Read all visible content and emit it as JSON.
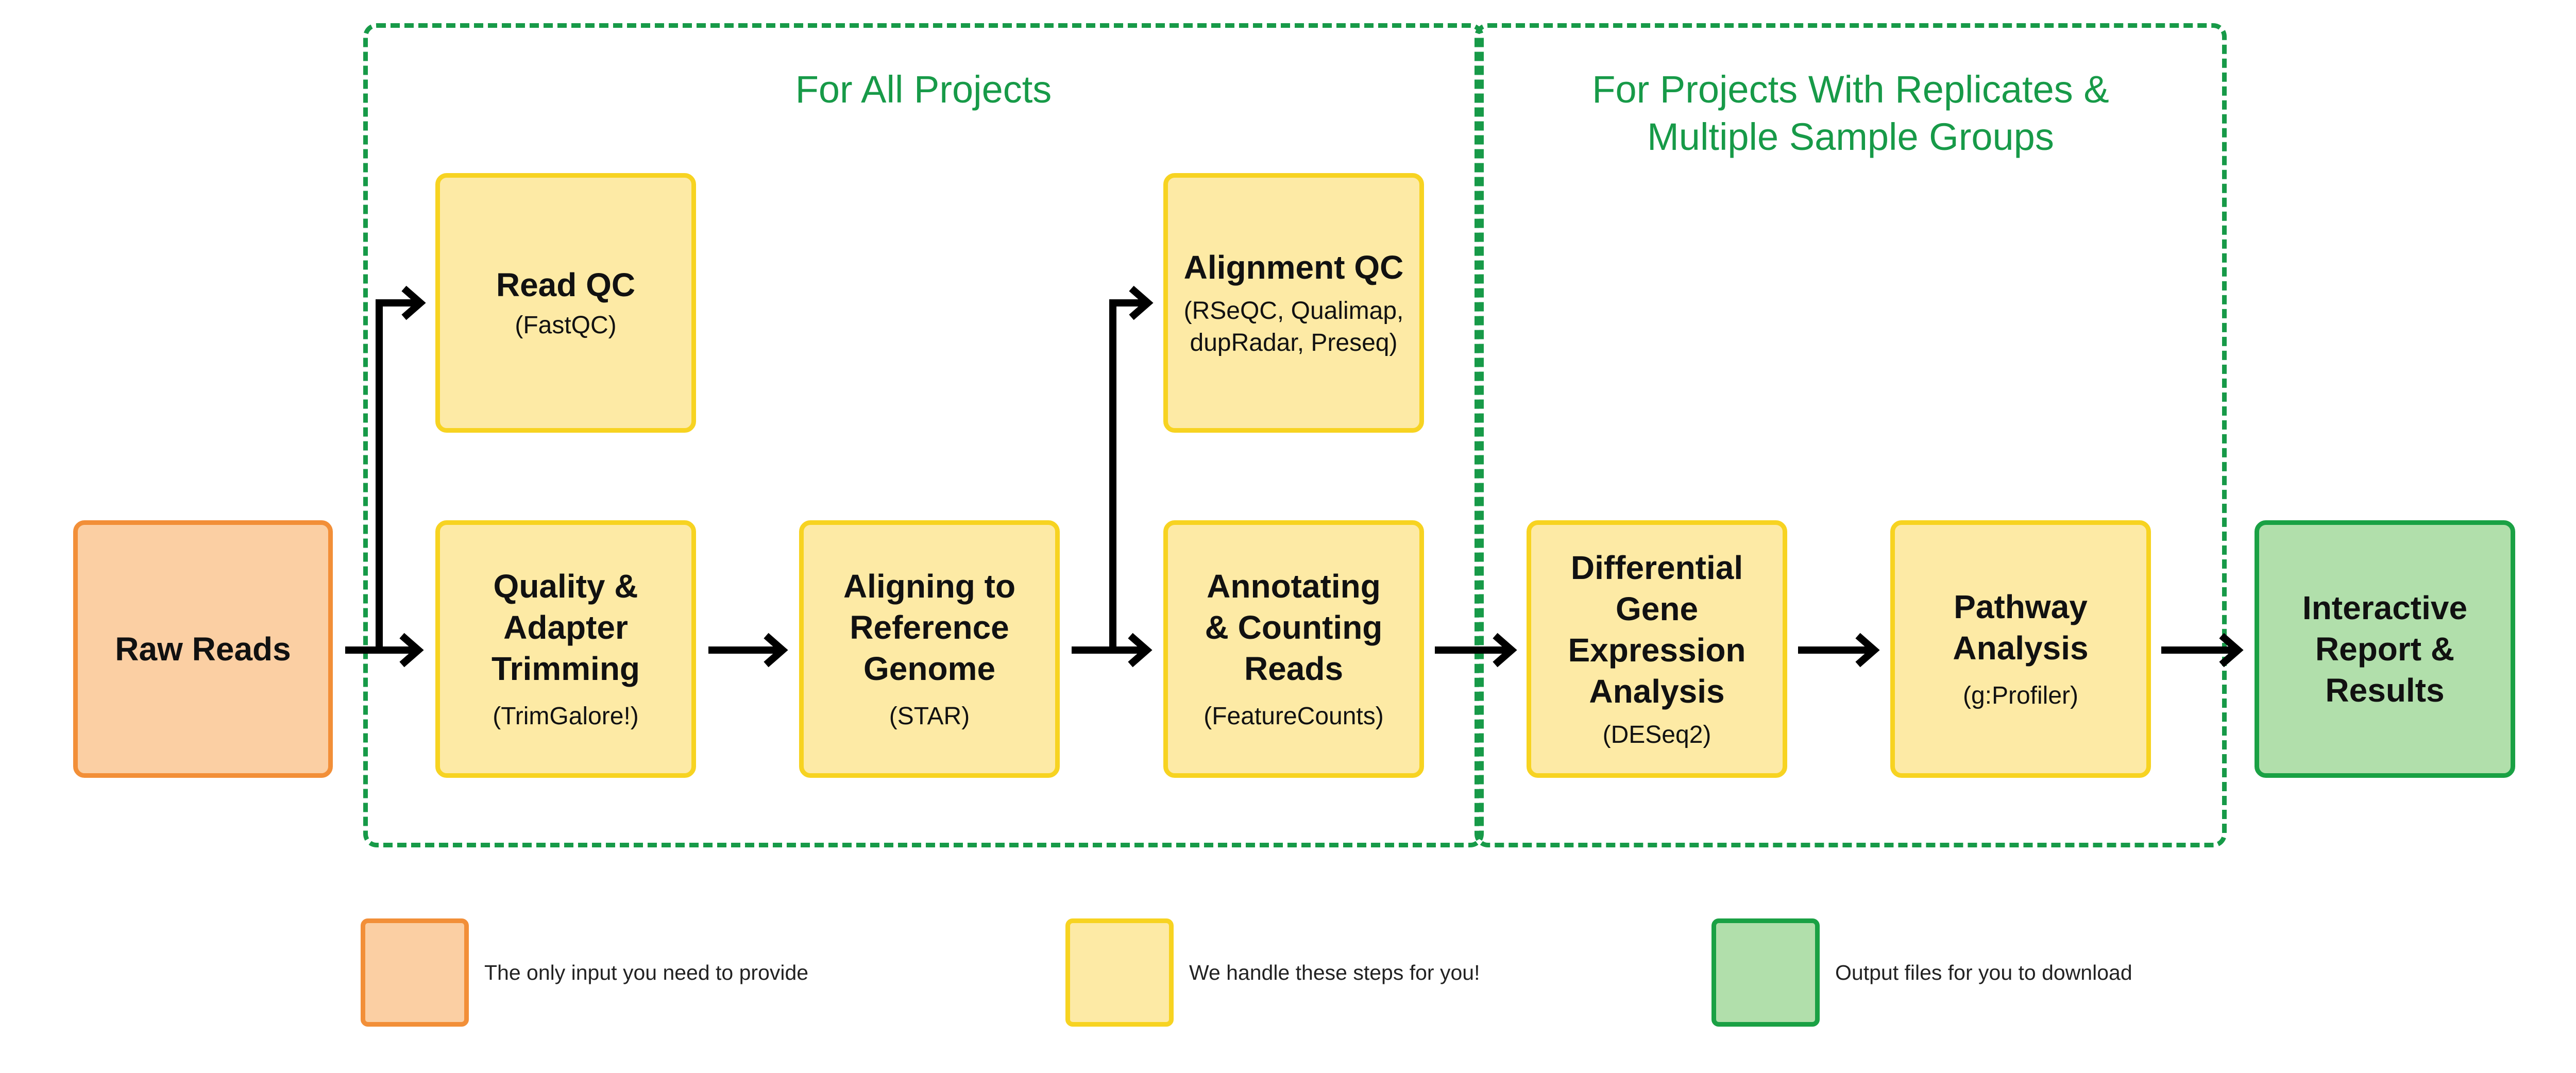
{
  "regions": {
    "all_projects": {
      "title": "For All Projects"
    },
    "replicates": {
      "title": "For Projects With Replicates &\nMultiple Sample Groups"
    }
  },
  "nodes": {
    "raw_reads": {
      "title": "Raw Reads",
      "sub": ""
    },
    "read_qc": {
      "title": "Read QC",
      "sub": "(FastQC)"
    },
    "trimming": {
      "title": "Quality &\nAdapter\nTrimming",
      "sub": "(TrimGalore!)"
    },
    "aligning": {
      "title": "Aligning to\nReference\nGenome",
      "sub": "(STAR)"
    },
    "alignment_qc": {
      "title": "Alignment QC",
      "sub": "(RSeQC, Qualimap,\ndupRadar, Preseq)"
    },
    "annotating": {
      "title": "Annotating\n& Counting\nReads",
      "sub": "(FeatureCounts)"
    },
    "dge": {
      "title": "Differential\nGene\nExpression\nAnalysis",
      "sub": "(DESeq2)"
    },
    "pathway": {
      "title": "Pathway\nAnalysis",
      "sub": "(g:Profiler)"
    },
    "report": {
      "title": "Interactive\nReport &\nResults",
      "sub": ""
    }
  },
  "legend": {
    "input": "The only input you need to provide",
    "steps": "We handle these steps for you!",
    "output": "Output files for you to download"
  },
  "colors": {
    "input_fill": "#fbcfa3",
    "input_border": "#f28f38",
    "step_fill": "#fdeaa5",
    "step_border": "#f7d321",
    "output_fill": "#b1dfab",
    "output_border": "#1aa144",
    "region_border": "#179a48",
    "arrow": "#000000"
  }
}
